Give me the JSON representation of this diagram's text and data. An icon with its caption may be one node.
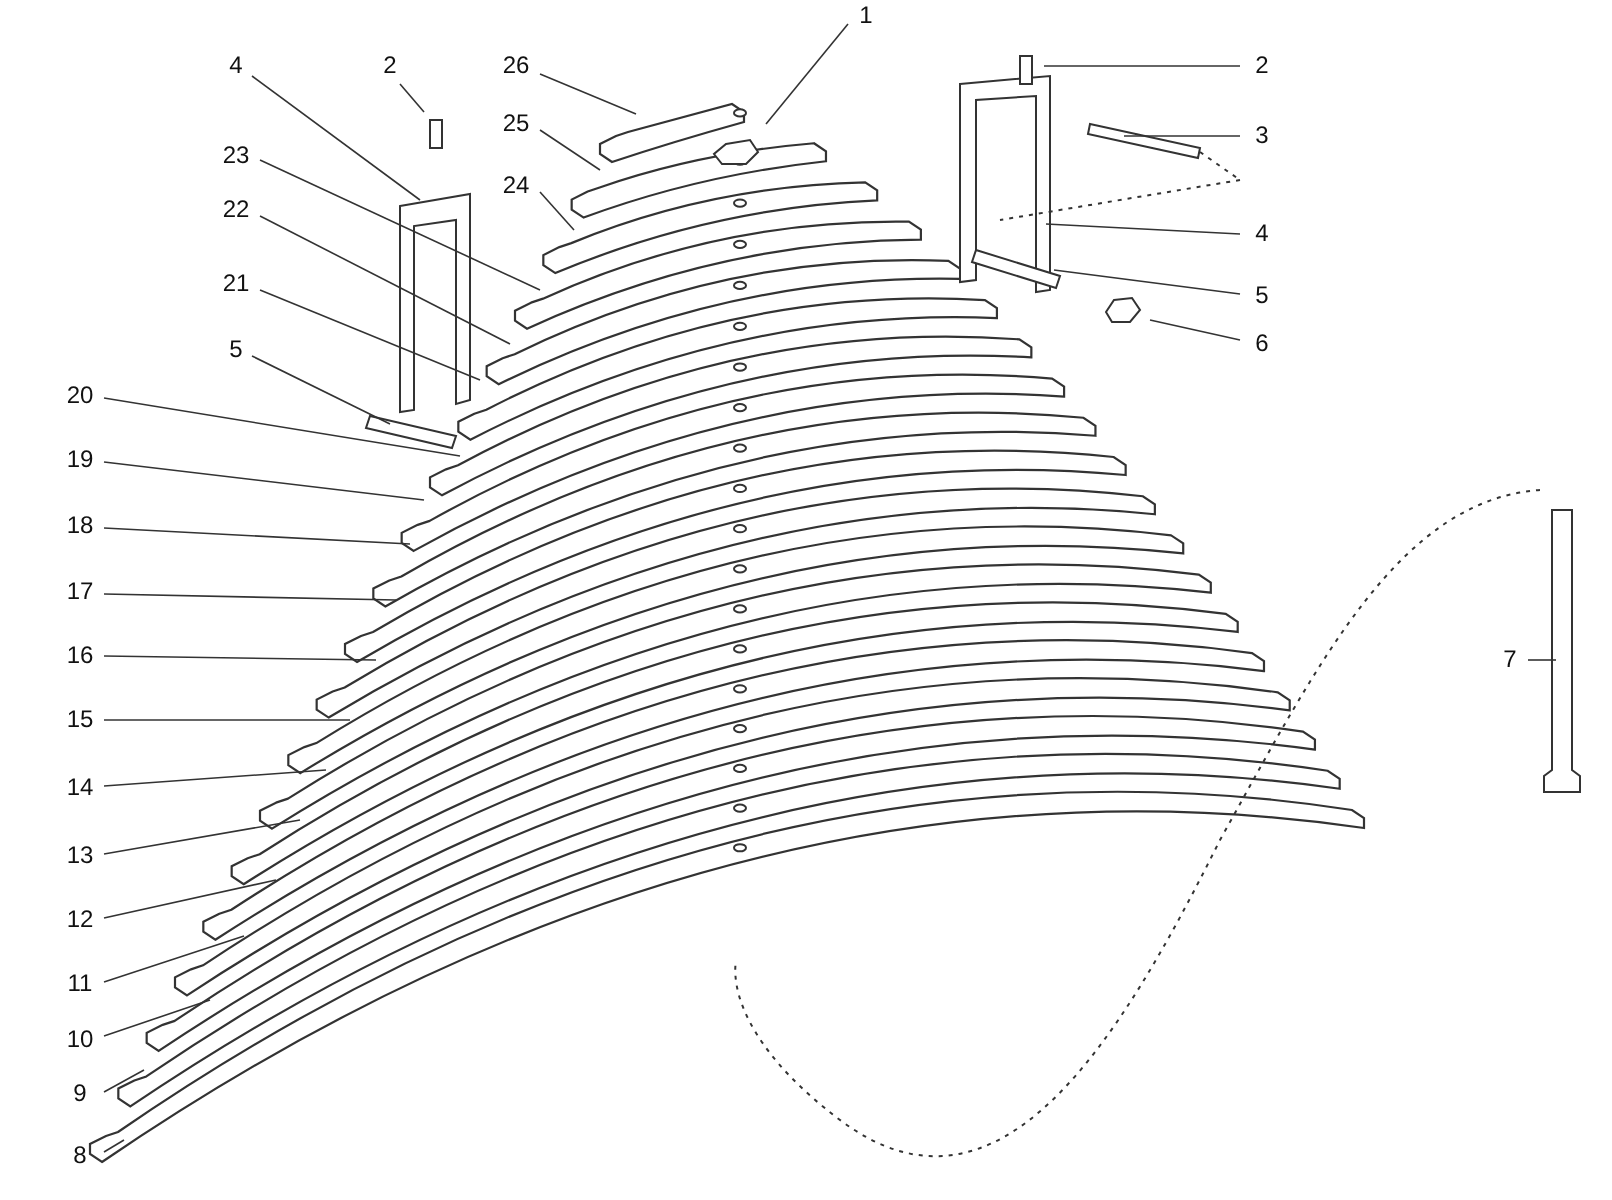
{
  "diagram": {
    "nodes": [
      {
        "text": [
          "1"
        ]
      },
      {
        "text": [
          "2"
        ]
      },
      {
        "text": [
          "2"
        ]
      },
      {
        "text": [
          "26"
        ]
      },
      {
        "text": [
          "4"
        ]
      },
      {
        "text": [
          "25"
        ]
      },
      {
        "text": [
          "3"
        ]
      },
      {
        "text": [
          "23"
        ]
      },
      {
        "text": [
          "24"
        ]
      },
      {
        "text": [
          "22"
        ]
      },
      {
        "text": [
          "4"
        ]
      },
      {
        "text": [
          "5"
        ]
      },
      {
        "text": [
          "21"
        ]
      },
      {
        "text": [
          "6"
        ]
      },
      {
        "text": [
          "5"
        ]
      },
      {
        "text": [
          "20"
        ]
      },
      {
        "text": [
          "19"
        ]
      },
      {
        "text": [
          "18"
        ]
      },
      {
        "text": [
          "17"
        ]
      },
      {
        "text": [
          "16"
        ]
      },
      {
        "text": [
          "15"
        ]
      },
      {
        "text": [
          "14"
        ]
      },
      {
        "text": [
          "13"
        ]
      },
      {
        "text": [
          "12"
        ]
      },
      {
        "text": [
          "11"
        ]
      },
      {
        "text": [
          "10"
        ]
      },
      {
        "text": [
          "9"
        ]
      },
      {
        "text": [
          "8"
        ]
      },
      {
        "text": [
          "7"
        ]
      }
    ],
    "edges": [
      {
        "from": 0,
        "to": null,
        "arrow": "none"
      },
      {
        "from": 1,
        "to": null,
        "arrow": "none"
      },
      {
        "from": 2,
        "to": null,
        "arrow": "none"
      },
      {
        "from": 3,
        "to": null,
        "arrow": "none"
      },
      {
        "from": 4,
        "to": null,
        "arrow": "none"
      },
      {
        "from": 5,
        "to": null,
        "arrow": "none"
      },
      {
        "from": 6,
        "to": null,
        "arrow": "none"
      },
      {
        "from": 7,
        "to": null,
        "arrow": "none"
      },
      {
        "from": 8,
        "to": null,
        "arrow": "none"
      },
      {
        "from": 9,
        "to": null,
        "arrow": "none"
      },
      {
        "from": 10,
        "to": null,
        "arrow": "none"
      },
      {
        "from": 11,
        "to": null,
        "arrow": "none"
      },
      {
        "from": 12,
        "to": null,
        "arrow": "none"
      },
      {
        "from": 13,
        "to": null,
        "arrow": "none"
      },
      {
        "from": 14,
        "to": null,
        "arrow": "none"
      },
      {
        "from": 15,
        "to": null,
        "arrow": "none"
      },
      {
        "from": 16,
        "to": null,
        "arrow": "none"
      },
      {
        "from": 17,
        "to": null,
        "arrow": "none"
      },
      {
        "from": 18,
        "to": null,
        "arrow": "none"
      },
      {
        "from": 19,
        "to": null,
        "arrow": "none"
      },
      {
        "from": 20,
        "to": null,
        "arrow": "none"
      },
      {
        "from": 21,
        "to": null,
        "arrow": "none"
      },
      {
        "from": 22,
        "to": null,
        "arrow": "none"
      },
      {
        "from": 23,
        "to": null,
        "arrow": "none"
      },
      {
        "from": 24,
        "to": null,
        "arrow": "none"
      },
      {
        "from": 25,
        "to": null,
        "arrow": "none"
      },
      {
        "from": 26,
        "to": null,
        "arrow": "none"
      },
      {
        "from": 27,
        "to": null,
        "arrow": "none"
      },
      {
        "from": 28,
        "to": null,
        "arrow": "none"
      }
    ]
  }
}
